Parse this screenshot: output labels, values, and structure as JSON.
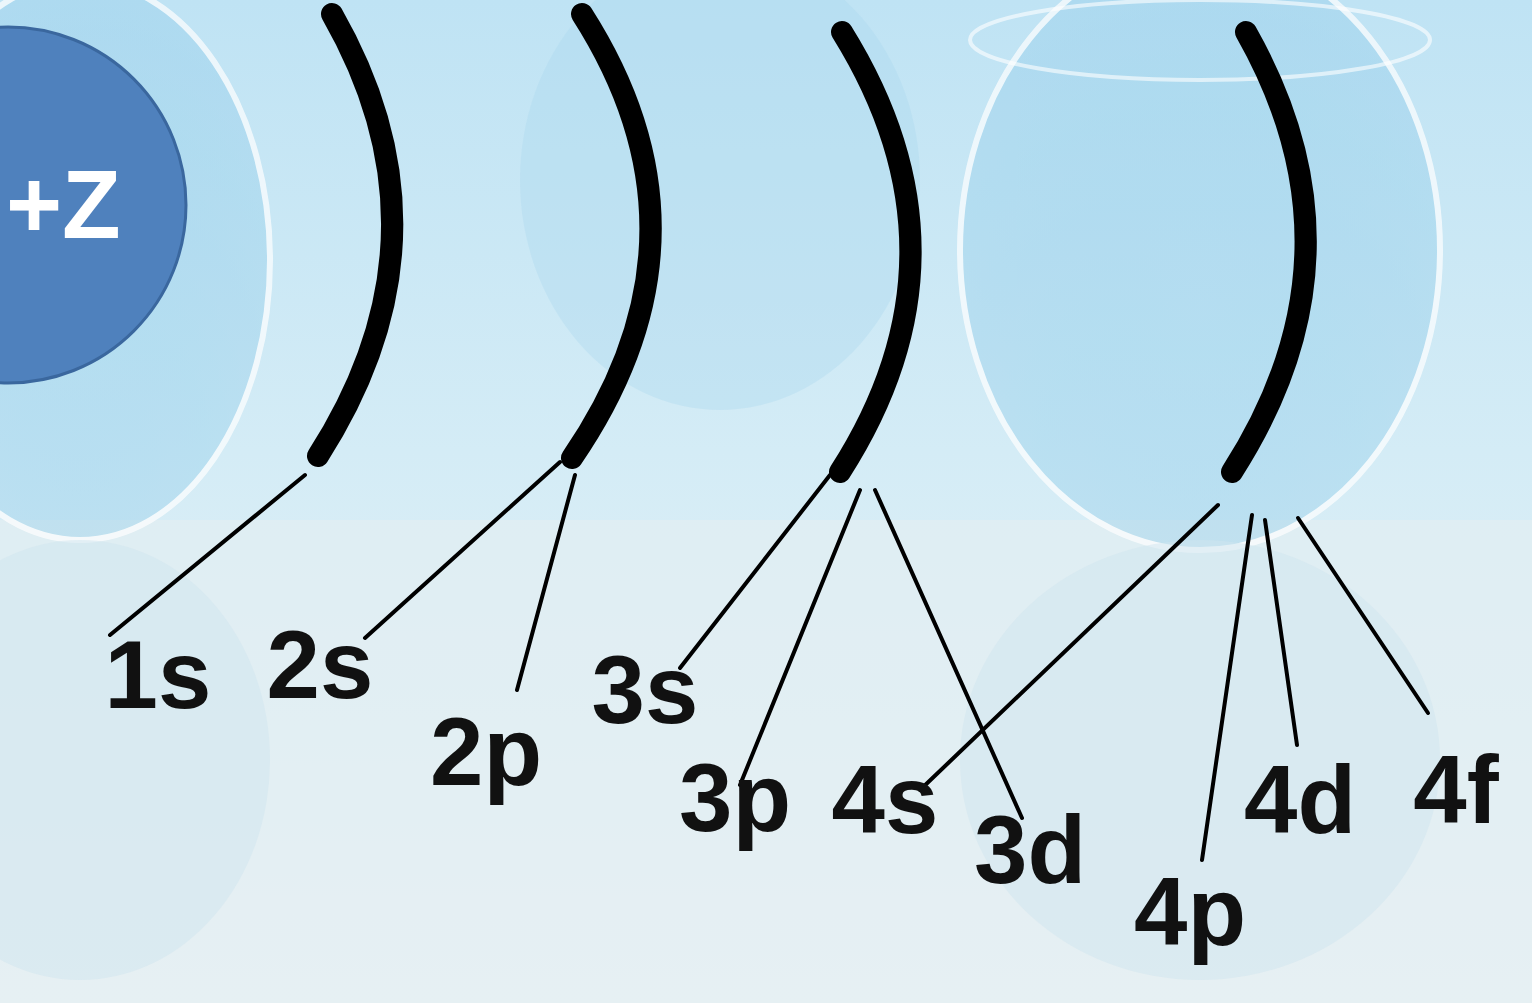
{
  "diagram": {
    "nodes": [
      {
        "text": [
          "+Z"
        ]
      }
    ],
    "labels": [
      "1s",
      "2s",
      "2p",
      "3s",
      "3p",
      "4s",
      "3d",
      "4p",
      "4d",
      "4f"
    ]
  }
}
